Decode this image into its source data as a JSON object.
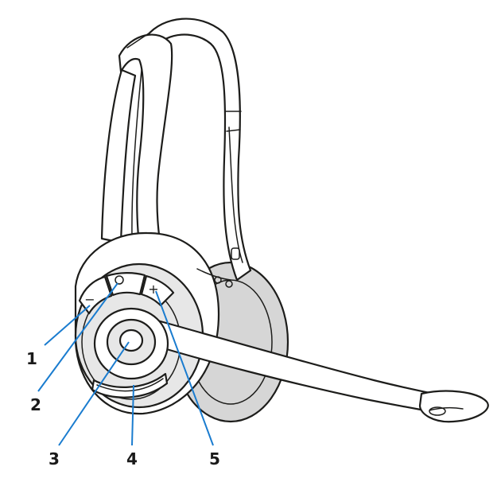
{
  "callouts": [
    {
      "label": "1",
      "target": "volume-down-button"
    },
    {
      "label": "2",
      "target": "mute-button"
    },
    {
      "label": "3",
      "target": "call-control-button"
    },
    {
      "label": "4",
      "target": "talk-indicator-light"
    },
    {
      "label": "5",
      "target": "volume-up-button"
    }
  ],
  "button_glyphs": {
    "minus": "−",
    "plus": "+"
  },
  "colors": {
    "leader": "#1a7ccf",
    "outline": "#1d1d1b",
    "cushion": "#d6d6d6"
  }
}
